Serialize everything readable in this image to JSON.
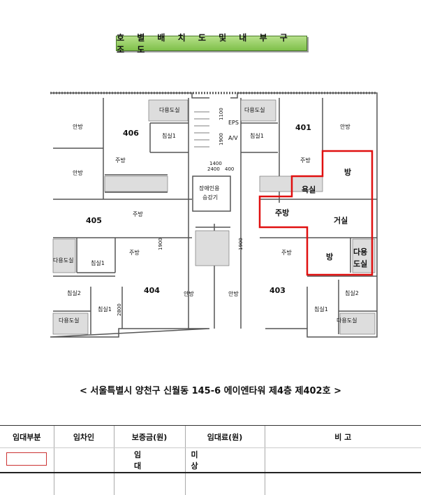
{
  "title": "호 별 배 치 도 및 내 부 구 조 도",
  "plan": {
    "highlight_color": "#e01010",
    "units": [
      "406",
      "401",
      "405",
      "404",
      "403"
    ],
    "labels": {
      "u406_master": "안방",
      "u406_utility": "다용도실",
      "u406_bed1": "침실1",
      "u406_master2": "안방",
      "u406_kitchen": "주방",
      "u405_kitchen": "주방",
      "u404_utility": "다용도실",
      "u404_bed1": "침실1",
      "u404_kitchen": "주방",
      "u404_bed2": "침실2",
      "u404_bed1b": "침실1",
      "u404_master": "안방",
      "u404_dim": "2800",
      "core_eps": "EPS",
      "core_av": "A/V",
      "core_dim1": "1400",
      "core_dim2": "2400",
      "core_dim3": "400",
      "core_dim4": "1100",
      "core_dim5": "1900",
      "core_elevator1": "장애인용",
      "core_elevator2": "승강기",
      "core_dim6": "1900",
      "core_dim7": "1900",
      "u401_utility": "다용도실",
      "u401_master": "안방",
      "u401_bed1": "침실1",
      "u401_kitchen": "주방",
      "u402_room1": "방",
      "u402_bath": "욕실",
      "u402_kitchen": "주방",
      "u402_living": "거실",
      "u402_room2": "방",
      "u402_utility1": "다용",
      "u402_utility2": "도실",
      "u403_kitchen": "주방",
      "u403_master": "안방",
      "u403_bed1": "침실1",
      "u403_bed2": "침실2",
      "u403_utility": "다용도실"
    }
  },
  "address": "< 서울특별시 양천구 신월동 145-6 에이엔타워 제4층 제402호 >",
  "table": {
    "headers": [
      "임대부분",
      "임차인",
      "보증금(원)",
      "임대료(원)",
      "비 고"
    ],
    "status_left": "임 대",
    "status_right": "미 상"
  }
}
